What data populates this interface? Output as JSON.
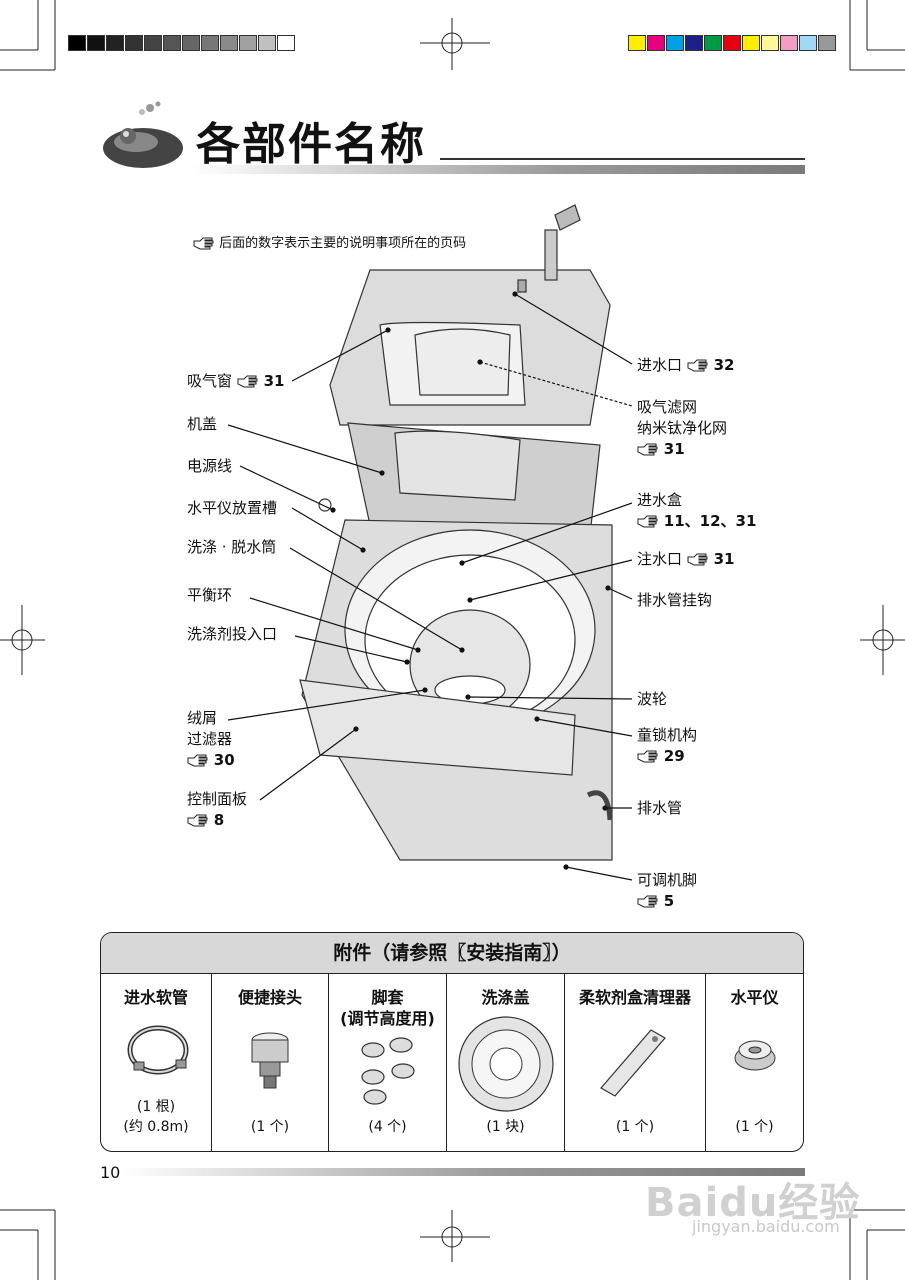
{
  "colors": {
    "grayscale": [
      "#000000",
      "#111111",
      "#222222",
      "#333333",
      "#444444",
      "#555555",
      "#666666",
      "#777777",
      "#8a8a8a",
      "#a0a0a0",
      "#c0c0c0",
      "#ffffff"
    ],
    "process": [
      "#ffee00",
      "#e6007e",
      "#00a0e9",
      "#1d2088",
      "#009944",
      "#e60012",
      "#ffee00",
      "#fff799",
      "#f19ec2",
      "#9fd9f6",
      "#999999"
    ]
  },
  "header": {
    "title": "各部件名称",
    "note": "后面的数字表示主要的说明事项所在的页码",
    "icon": "pointing-hand-icon"
  },
  "left_labels": [
    {
      "text": "吸气窗",
      "page": "31"
    },
    {
      "text": "机盖"
    },
    {
      "text": "电源线"
    },
    {
      "text": "水平仪放置槽"
    },
    {
      "text": "洗涤 · 脱水筒"
    },
    {
      "text": "平衡环"
    },
    {
      "text": "洗涤剂投入口"
    },
    {
      "text": "绒屑",
      "text2": "过滤器",
      "page": "30"
    },
    {
      "text": "控制面板",
      "page": "8"
    }
  ],
  "right_labels": [
    {
      "text": "进水口",
      "page": "32"
    },
    {
      "text": "吸气滤网",
      "text2": "纳米钛净化网",
      "page": "31"
    },
    {
      "text": "进水盒",
      "page": "11、12、31"
    },
    {
      "text": "注水口",
      "page": "31"
    },
    {
      "text": "排水管挂钩"
    },
    {
      "text": "波轮"
    },
    {
      "text": "童锁机构",
      "page": "29"
    },
    {
      "text": "排水管"
    },
    {
      "text": "可调机脚",
      "page": "5"
    }
  ],
  "accessories": {
    "title": "附件（请参照〖安装指南〗）",
    "items": [
      {
        "name": "进水软管",
        "qty": "(1 根)",
        "qty2": "(约 0.8m)"
      },
      {
        "name": "便捷接头",
        "qty": "(1 个)"
      },
      {
        "name": "脚套",
        "name2": "(调节高度用)",
        "qty": "(4 个)"
      },
      {
        "name": "洗涤盖",
        "qty": "(1 块)"
      },
      {
        "name": "柔软剂盒清理器",
        "qty": "(1 个)"
      },
      {
        "name": "水平仪",
        "qty": "(1 个)"
      }
    ]
  },
  "footer": {
    "page_number": "10",
    "watermark": "Baidu经验",
    "watermark_url": "jingyan.baidu.com"
  }
}
